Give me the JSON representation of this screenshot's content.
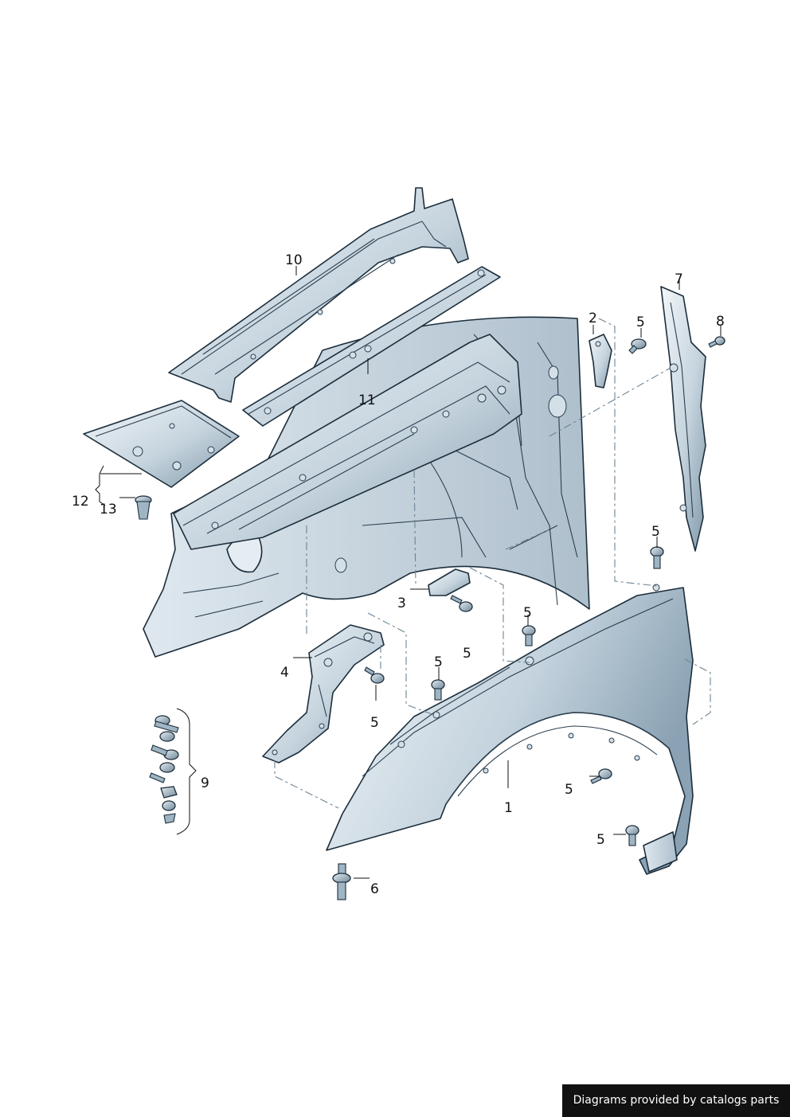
{
  "diagram": {
    "callouts": [
      "1",
      "2",
      "3",
      "4",
      "5",
      "6",
      "7",
      "8",
      "9",
      "10",
      "11",
      "12",
      "13"
    ]
  },
  "footer": {
    "credit": "Diagrams provided by catalogs parts"
  },
  "colors": {
    "steel_light": "#eef3f7",
    "steel_mid": "#b9c9d5",
    "steel_dark": "#5f7a8d",
    "outline": "#1c2e3c",
    "dash": "#6d8494",
    "banner_bg": "#111111",
    "banner_text": "#ffffff"
  }
}
